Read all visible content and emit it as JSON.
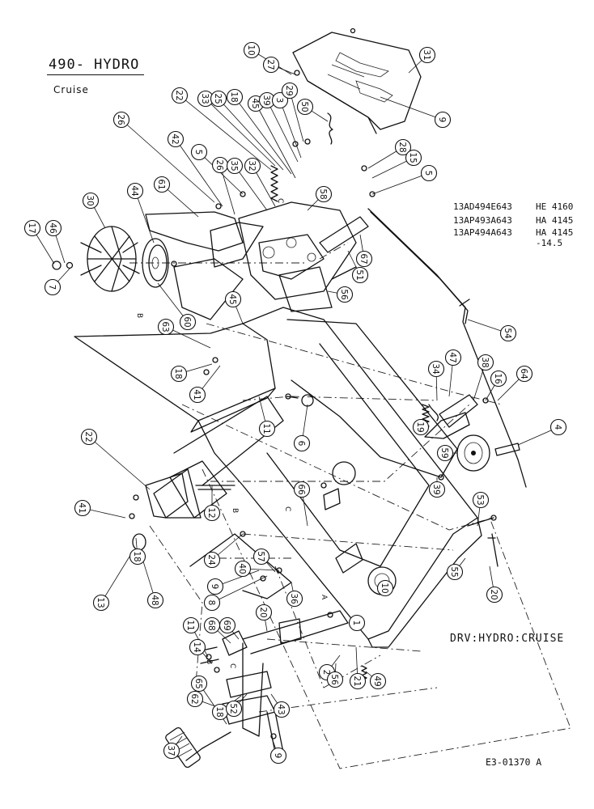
{
  "header": {
    "title": "490- HYDRO",
    "subtitle": "Cruise"
  },
  "models": [
    {
      "model": "13AD494E643",
      "spec": "HE 4160"
    },
    {
      "model": "13AP493A643",
      "spec": "HA 4145"
    },
    {
      "model": "13AP494A643",
      "spec": "HA 4145\n-14.5"
    }
  ],
  "drive_label": "DRV:HYDRO:CRUISE",
  "drawing_ref": "E3-01370 A",
  "callouts": [
    "10",
    "27",
    "31",
    "9",
    "22",
    "33",
    "25",
    "18",
    "45",
    "39",
    "3",
    "29",
    "50",
    "26",
    "42",
    "5",
    "26",
    "35",
    "32",
    "58",
    "28",
    "15",
    "5",
    "61",
    "44",
    "30",
    "46",
    "17",
    "7",
    "60",
    "63",
    "45",
    "56",
    "51",
    "67",
    "54",
    "18",
    "41",
    "11",
    "6",
    "34",
    "47",
    "38",
    "16",
    "64",
    "19",
    "4",
    "22",
    "41",
    "12",
    "66",
    "39",
    "59",
    "53",
    "18",
    "13",
    "48",
    "24",
    "9",
    "40",
    "57",
    "8",
    "36",
    "10",
    "1",
    "55",
    "20",
    "11",
    "68",
    "69",
    "14",
    "20",
    "2",
    "49",
    "56",
    "21",
    "18",
    "52",
    "43",
    "65",
    "62",
    "37",
    "9"
  ],
  "markers": [
    "C",
    "B",
    "C",
    "B",
    "C",
    "A",
    "B"
  ]
}
